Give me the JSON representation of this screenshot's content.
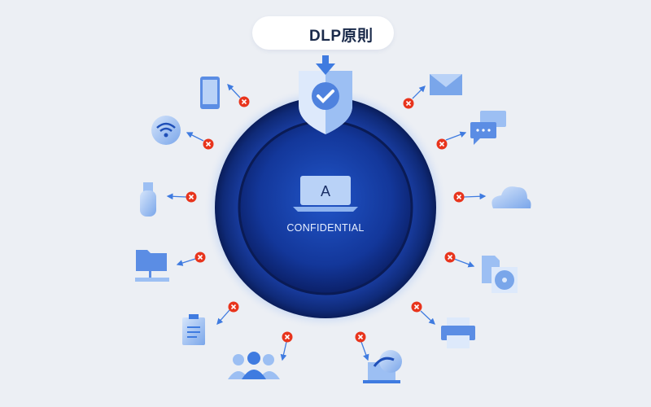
{
  "title": "DLP原則",
  "center_label": "CONFIDENTIAL",
  "laptop_glyph": "A",
  "colors": {
    "background": "#eceff4",
    "ring_dark": "#0c1f5e",
    "ring_mid": "#1b47b8",
    "accent": "#3f7be0",
    "icon_light": "#b9d2f7",
    "blocked": "#e8341c"
  },
  "channels": [
    {
      "name": "mobile-phone",
      "icon": "phone-icon"
    },
    {
      "name": "wifi",
      "icon": "wifi-icon"
    },
    {
      "name": "usb-drive",
      "icon": "usb-icon"
    },
    {
      "name": "network-folder",
      "icon": "folder-network-icon"
    },
    {
      "name": "clipboard",
      "icon": "clipboard-icon"
    },
    {
      "name": "users",
      "icon": "users-icon"
    },
    {
      "name": "remote-sync",
      "icon": "laptop-sync-icon"
    },
    {
      "name": "printer",
      "icon": "printer-icon"
    },
    {
      "name": "removable-media",
      "icon": "sdcard-disc-icon"
    },
    {
      "name": "cloud",
      "icon": "cloud-icon"
    },
    {
      "name": "chat",
      "icon": "chat-icon"
    },
    {
      "name": "email",
      "icon": "mail-icon"
    }
  ]
}
